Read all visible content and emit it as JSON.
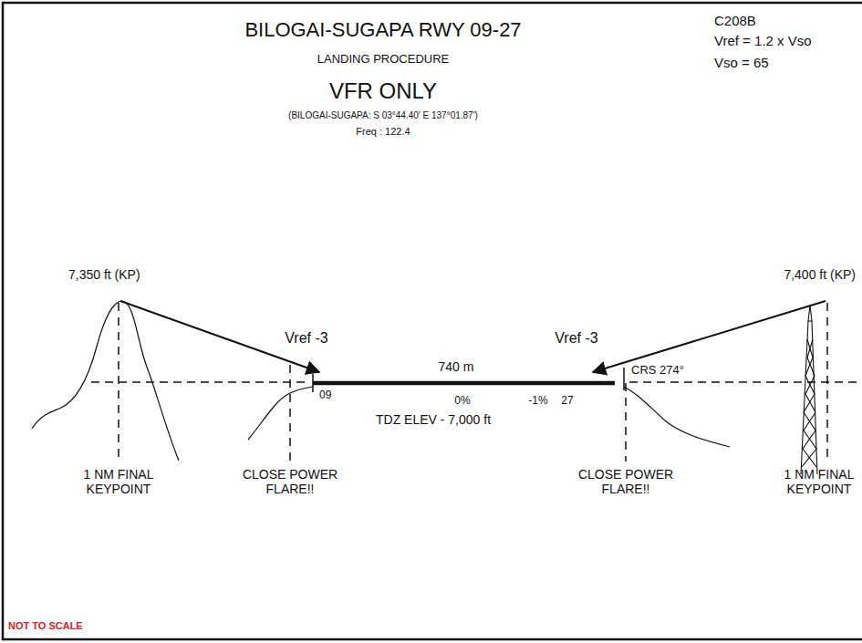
{
  "diagram": {
    "title": "BILOGAI-SUGAPA RWY 09-27",
    "labels": [
      "LANDING PROCEDURE",
      "VFR ONLY",
      "(BILOGAI-SUGAPA: S 03°44.40' E 137°01.87')",
      "Freq : 122.4",
      "C208B",
      "Vref = 1.2 x Vso",
      "Vso = 65",
      "7,350 ft (KP)",
      "7,400 ft (KP)",
      "Vref -3",
      "Vref -3",
      "740 m",
      "CRS 274°",
      "09",
      "0%",
      "-1%",
      "27",
      "TDZ ELEV - 7,000 ft",
      "1 NM FINAL KEYPOINT",
      "CLOSE POWER FLARE!!",
      "CLOSE POWER FLARE!!",
      "1 NM FINAL KEYPOINT",
      "NOT TO SCALE"
    ]
  }
}
